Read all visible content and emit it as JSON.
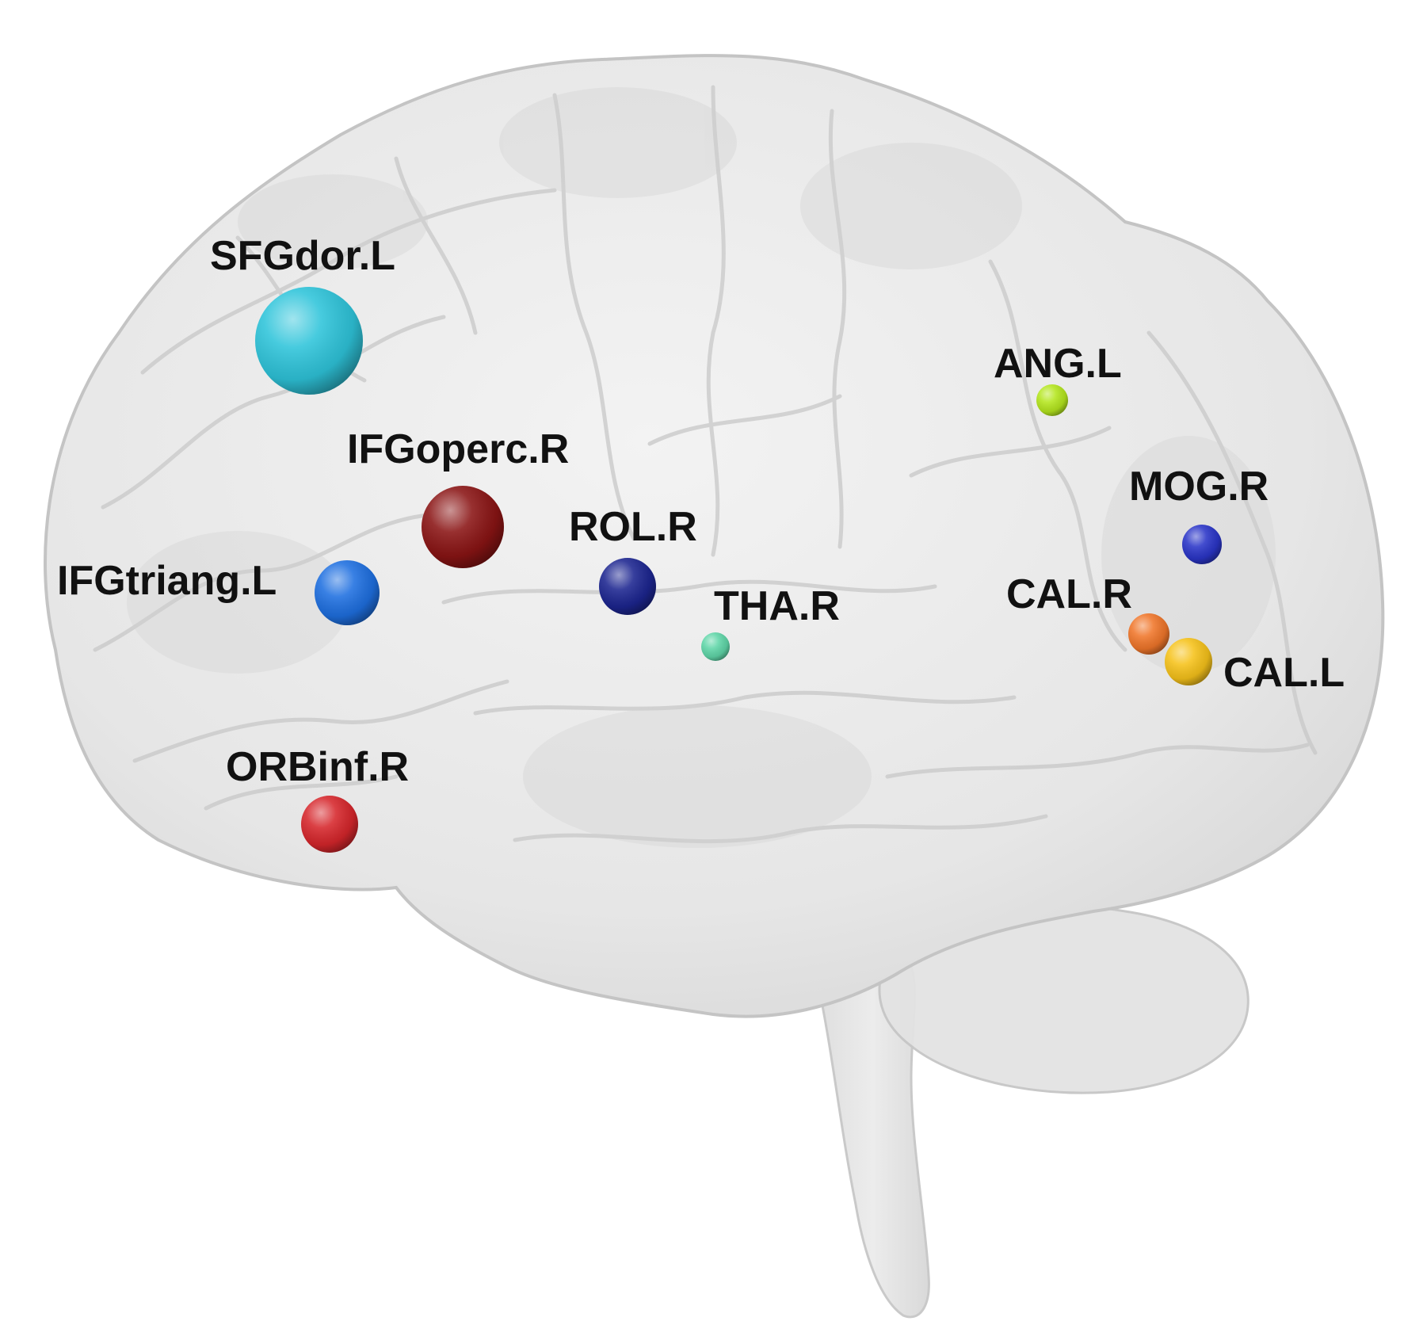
{
  "regions": [
    {
      "id": "sfgdor-l",
      "label": "SFGdor.L",
      "color": "#2ec4da"
    },
    {
      "id": "ifgoperc-r",
      "label": "IFGoperc.R",
      "color": "#8a1414"
    },
    {
      "id": "ifgtriang-l",
      "label": "IFGtriang.L",
      "color": "#1e6fe0"
    },
    {
      "id": "rol-r",
      "label": "ROL.R",
      "color": "#1c2590"
    },
    {
      "id": "tha-r",
      "label": "THA.R",
      "color": "#5fd6a8"
    },
    {
      "id": "orbinf-r",
      "label": "ORBinf.R",
      "color": "#d6262b"
    },
    {
      "id": "ang-l",
      "label": "ANG.L",
      "color": "#b4e61e"
    },
    {
      "id": "mog-r",
      "label": "MOG.R",
      "color": "#2a35c8"
    },
    {
      "id": "cal-r",
      "label": "CAL.R",
      "color": "#f0762a"
    },
    {
      "id": "cal-l",
      "label": "CAL.L",
      "color": "#f6c21a"
    }
  ]
}
